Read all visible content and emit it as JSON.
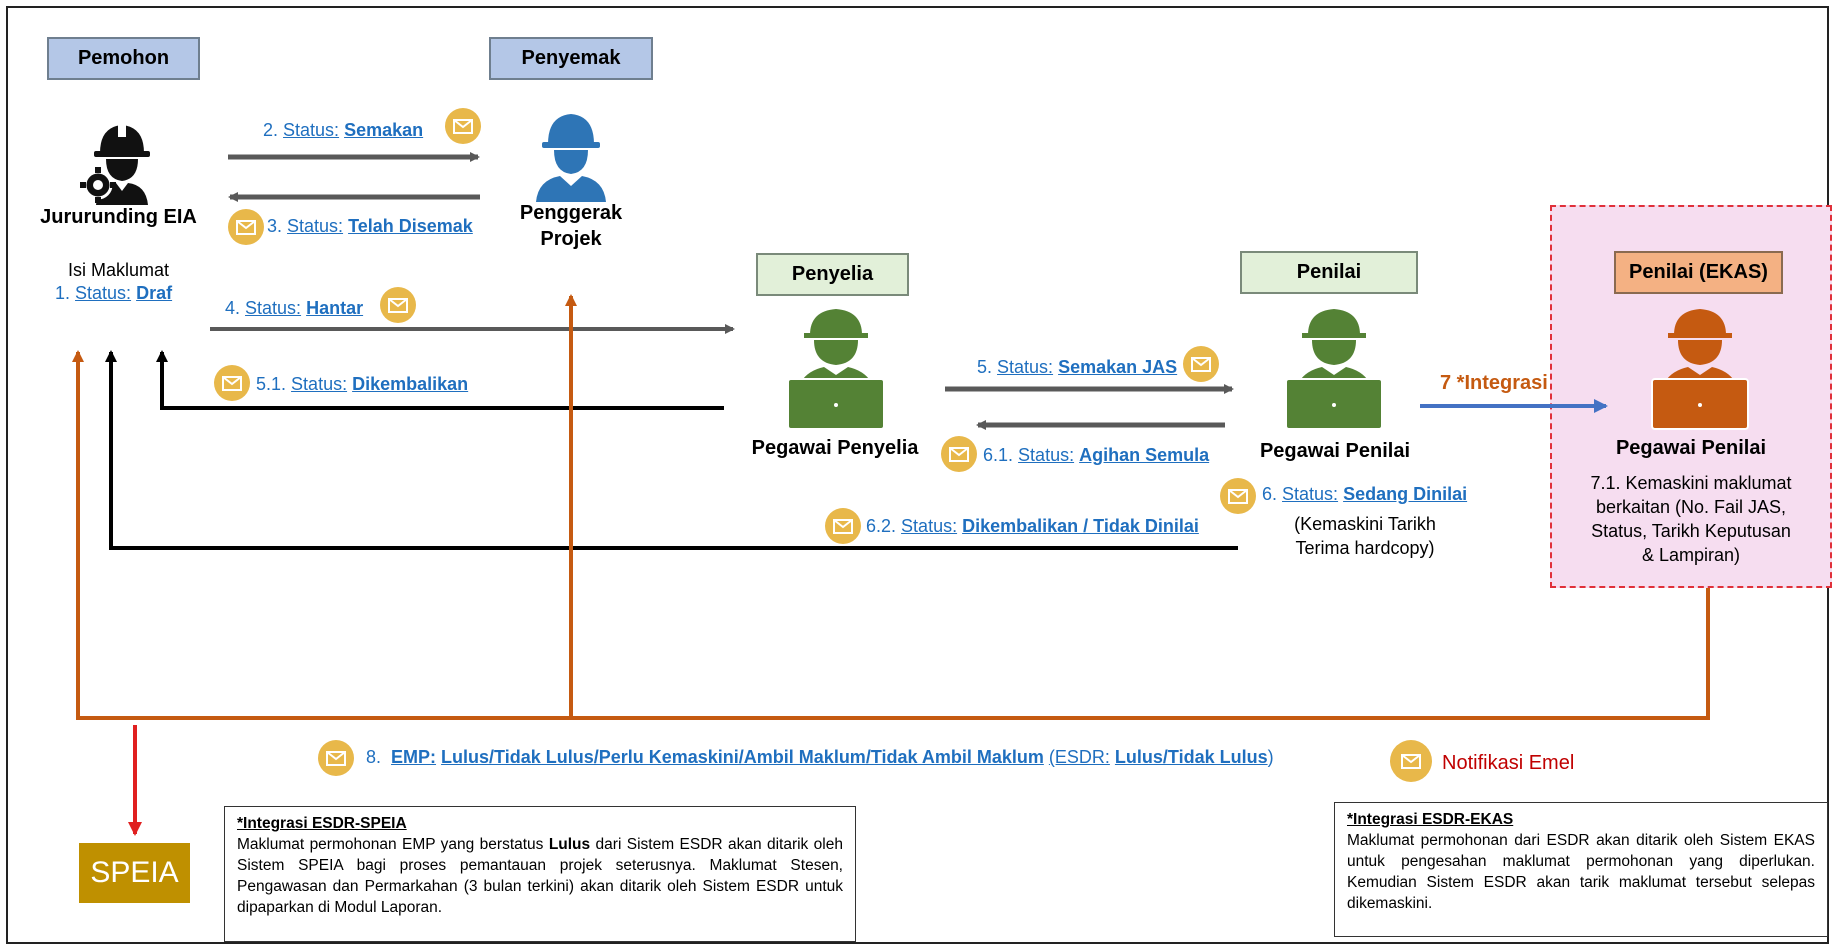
{
  "roles": {
    "pemohon": "Pemohon",
    "penyemak": "Penyemak",
    "penyelia": "Penyelia",
    "penilai": "Penilai",
    "penilai_ekas": "Penilai (EKAS)"
  },
  "actors": {
    "jururunding": "Jururunding EIA",
    "penggerak": [
      "Penggerak",
      "Projek"
    ],
    "pegawai_penyelia": "Pegawai Penyelia",
    "pegawai_penilai": "Pegawai Penilai",
    "pegawai_penilai_ekas": "Pegawai Penilai"
  },
  "texts": {
    "isi_maklumat": "Isi Maklumat",
    "kemaskini_tarikh": [
      "(Kemaskini Tarikh",
      "Terima hardcopy)"
    ],
    "ekas_desc": [
      "7.1. Kemaskini maklumat",
      "berkaitan (No. Fail JAS,",
      "Status, Tarikh Keputusan",
      "& Lampiran)"
    ],
    "integrasi": "7 *Integrasi",
    "notifikasi": "Notifikasi Emel",
    "speia": "SPEIA"
  },
  "steps": {
    "s1": {
      "num": "1.",
      "label": "Status:",
      "value": "Draf"
    },
    "s2": {
      "num": "2.",
      "label": "Status:",
      "value": "Semakan"
    },
    "s3": {
      "num": "3.",
      "label": "Status:",
      "value": "Telah Disemak"
    },
    "s4": {
      "num": "4.",
      "label": "Status:",
      "value": "Hantar"
    },
    "s51": {
      "num": "5.1.",
      "label": "Status:",
      "value": "Dikembalikan"
    },
    "s5": {
      "num": "5.",
      "label": "Status:",
      "value": "Semakan JAS"
    },
    "s61": {
      "num": "6.1.",
      "label": "Status:",
      "value": "Agihan Semula"
    },
    "s6": {
      "num": "6.",
      "label": "Status:",
      "value": "Sedang Dinilai"
    },
    "s62": {
      "num": "6.2.",
      "label": "Status:",
      "value": "Dikembalikan / Tidak Dinilai"
    },
    "s8": {
      "num": "8.",
      "emp": "EMP:",
      "emp_values": "Lulus/Tidak Lulus/Perlu Kemaskini/Ambil Maklum/Tidak Ambil Maklum",
      "esdr_open": "(ESDR:",
      "esdr_values": "Lulus/Tidak Lulus",
      "esdr_close": ")"
    }
  },
  "notes": {
    "speia": {
      "title": "*Integrasi ESDR-SPEIA",
      "before": "Maklumat permohonan EMP yang berstatus ",
      "bold": "Lulus",
      "after": " dari Sistem ESDR akan ditarik oleh Sistem SPEIA bagi proses pemantauan projek seterusnya. Maklumat Stesen, Pengawasan dan Permarkahan (3 bulan terkini) akan ditarik oleh Sistem ESDR untuk dipaparkan di Modul Laporan."
    },
    "ekas": {
      "title": "*Integrasi ESDR-EKAS",
      "body": "Maklumat permohonan dari ESDR akan ditarik oleh Sistem EKAS untuk pengesahan maklumat permohonan yang diperlukan. Kemudian Sistem ESDR akan tarik maklumat tersebut selepas dikemaskini."
    }
  },
  "colors": {
    "role_blue": "#b4c7e7",
    "role_green": "#e2f0d9",
    "role_orange": "#f4b183",
    "status_blue": "#1f6fbf",
    "arrow_gray": "#595959",
    "arrow_orange": "#c55a11",
    "arrow_blue": "#4472c4",
    "arrow_red": "#e02020",
    "envelope_gold": "#e8b84a",
    "person_green": "#548235",
    "person_blue": "#2e75b6",
    "speia_gold": "#bf9000"
  },
  "icons": [
    "engineer-icon",
    "helmet-person-icon",
    "laptop-person-icon",
    "envelope-icon"
  ]
}
